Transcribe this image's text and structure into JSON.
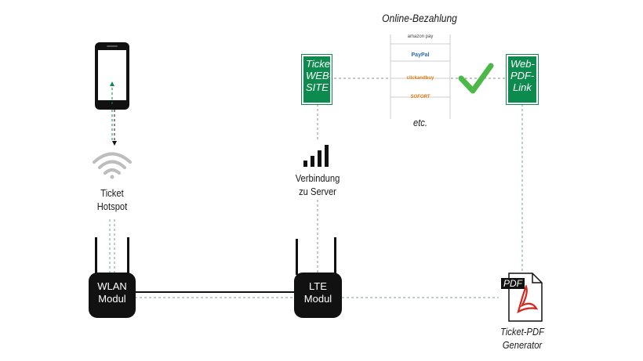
{
  "wlan_label": [
    "Ticket",
    "Hotspot"
  ],
  "wlan_module": [
    "WLAN",
    "Modul"
  ],
  "lte_module": [
    "LTE",
    "Modul"
  ],
  "server_label": [
    "Verbindung",
    "zu Server"
  ],
  "ticket_website": [
    "Ticket",
    "WEB-",
    "SITE"
  ],
  "pdf_link": [
    "Web-",
    "PDF-",
    "Link"
  ],
  "online_payment": {
    "title": "Online-Bezahlung",
    "providers": [
      "amazon pay",
      "PayPal",
      "clickandbuy",
      "SOFORT",
      "etc."
    ]
  },
  "pdf_generator": {
    "badge": "PDF",
    "label": [
      "Ticket-PDF",
      "Generator"
    ]
  },
  "colors": {
    "green": "#0d8a4e",
    "check": "#4cb848",
    "dark": "#111111",
    "line_green": "#6aa88a",
    "line_gray": "#8c8c8c",
    "pdf_red": "#d8261e"
  }
}
